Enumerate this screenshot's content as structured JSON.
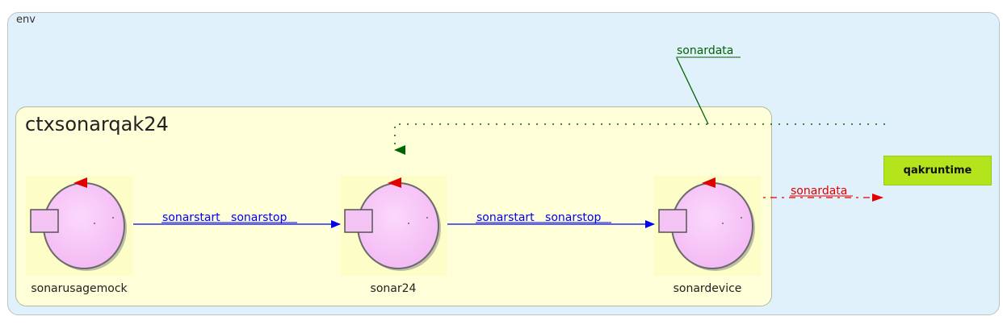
{
  "diagram": {
    "env_label": "env",
    "context_label": "ctxsonarqak24",
    "external_label": "qakruntime",
    "actors": [
      {
        "name": "sonarusagemock"
      },
      {
        "name": "sonar24"
      },
      {
        "name": "sonardevice"
      }
    ],
    "edges": [
      {
        "from": "sonarusagemock",
        "to": "sonar24",
        "label": "sonarstart   sonarstop",
        "style": "solid",
        "color": "#0000ee"
      },
      {
        "from": "sonar24",
        "to": "sonardevice",
        "label": "sonarstart   sonarstop",
        "style": "solid",
        "color": "#0000ee"
      },
      {
        "from": "sonardevice",
        "to": "qakruntime",
        "label": "sonardata",
        "style": "dash-dot",
        "color": "#e00000"
      },
      {
        "from": "env",
        "to": "sonar24",
        "label": "sonardata",
        "style": "dotted",
        "color": "#006400"
      }
    ],
    "colors": {
      "env_bg": "#e1f1fb",
      "context_bg": "#fefed8",
      "actor_circle": "#f7c8f7",
      "external_box": "#b4e41c",
      "arrow_blue": "#0000ee",
      "arrow_red": "#e00000",
      "arrow_green": "#006400"
    }
  }
}
